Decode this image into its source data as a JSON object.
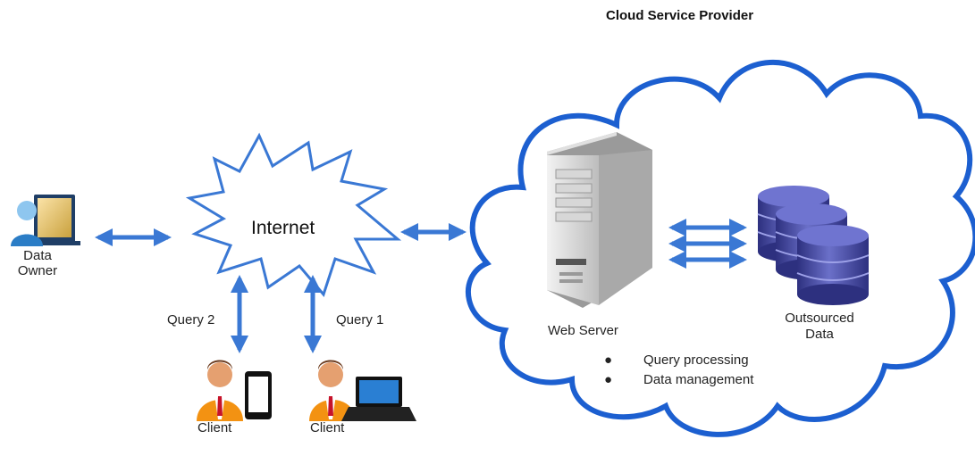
{
  "title": "Cloud Service Provider",
  "internet_label": "Internet",
  "data_owner_label": "Data\nOwner",
  "query2_label": "Query 2",
  "query1_label": "Query 1",
  "client_label": "Client",
  "web_server_label": "Web Server",
  "outsourced_data_label": "Outsourced\nData",
  "web_server_tasks": [
    "Query processing",
    "Data management"
  ],
  "colors": {
    "arrow": "#3a78d4",
    "cloud_stroke": "#1c5fd0",
    "internet_stroke": "#3a78d4",
    "database": "#3b3f9e",
    "server": "#c9c9c9"
  }
}
